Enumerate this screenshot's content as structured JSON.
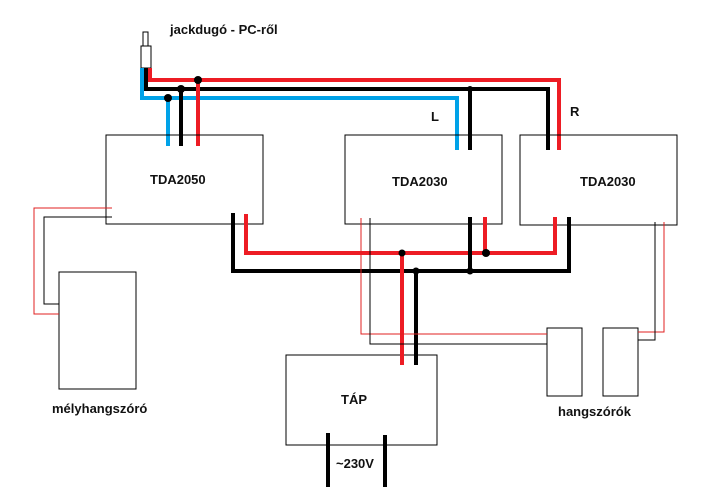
{
  "title": "jackdugó - PC-ről",
  "colors": {
    "red": "#ed1c24",
    "black": "#000000",
    "blue": "#00a2e8",
    "thin_red": "#e02020"
  },
  "channel_labels": {
    "left": "L",
    "right": "R"
  },
  "blocks": {
    "amp_sub": "TDA2050",
    "amp_left": "TDA2030",
    "amp_right": "TDA2030",
    "power": "TÁP"
  },
  "labels": {
    "subwoofer": "mélyhangszóró",
    "speakers": "hangszórók",
    "mains": "~230V"
  }
}
